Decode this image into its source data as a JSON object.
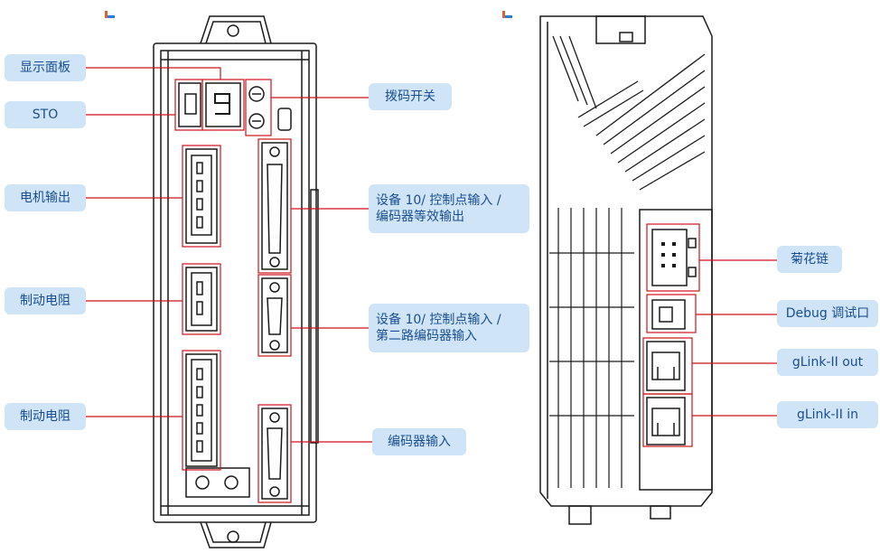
{
  "front_labels": {
    "display_panel": "显示面板",
    "sto": "STO",
    "motor_output": "电机输出",
    "brake_resistor_1": "制动电阻",
    "brake_resistor_2": "制动电阻",
    "dip_switch": "拨码开关",
    "io_1_line1": "设备 10/ 控制点输入 /",
    "io_1_line2": "编码器等效输出",
    "io_2_line1": "设备 10/ 控制点输入 /",
    "io_2_line2": "第二路编码器输入",
    "encoder_input": "编码器输入"
  },
  "side_labels": {
    "daisy_chain": "菊花链",
    "debug_port": "Debug 调试口",
    "glink_out": "gLink-II out",
    "glink_in": "gLink-II  in"
  },
  "colors": {
    "label_bg": "#cfe5f7",
    "label_text": "#1a4d8f",
    "leader": "#d0121b",
    "drawing": "#1a1a1a"
  }
}
